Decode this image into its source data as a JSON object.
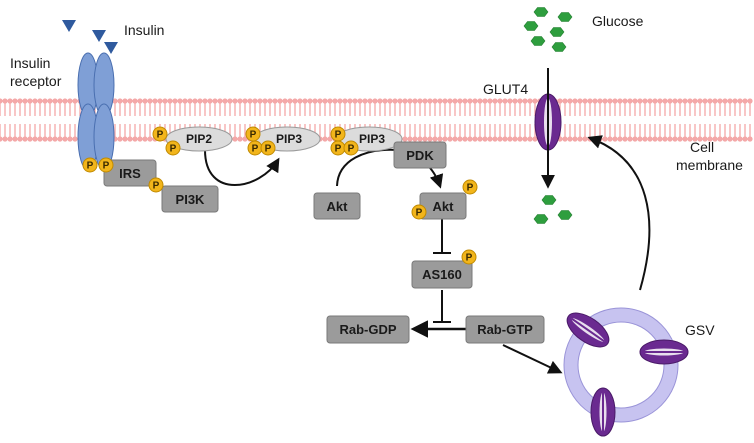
{
  "labels": {
    "insulin": "Insulin",
    "insulin_receptor_line1": "Insulin",
    "insulin_receptor_line2": "receptor",
    "glucose": "Glucose",
    "glut4": "GLUT4",
    "cell_membrane_line1": "Cell",
    "cell_membrane_line2": "membrane",
    "gsv": "GSV"
  },
  "nodes": {
    "irs": "IRS",
    "pi3k": "PI3K",
    "pip2": "PIP2",
    "pip3_a": "PIP3",
    "pip3_b": "PIP3",
    "pdk": "PDK",
    "akt_inactive": "Akt",
    "akt_active": "Akt",
    "as160": "AS160",
    "rab_gdp": "Rab-GDP",
    "rab_gtp": "Rab-GTP"
  },
  "phosphate": "P",
  "colors": {
    "receptor": "#7f9fd6",
    "insulin": "#2f5a9e",
    "membrane": "#f4a8a8",
    "box": "#9b9b9b",
    "ellipse": "#dcdcdc",
    "phosphate": "#f2b51b",
    "glucose": "#2e9e3e",
    "glut": "#6a2a90",
    "vesicle": "#c7c3f0"
  }
}
